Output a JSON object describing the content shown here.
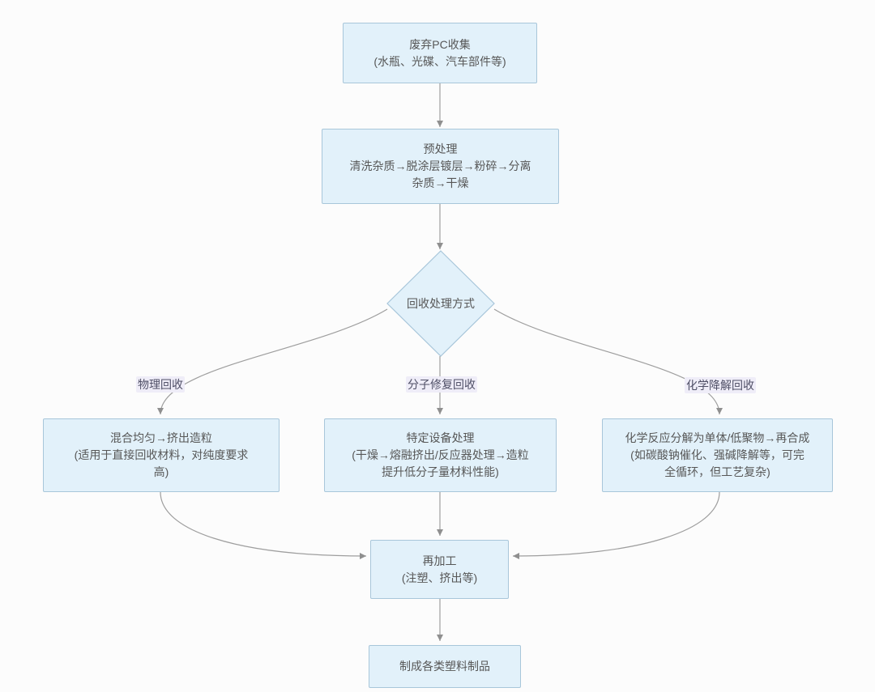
{
  "diagram": {
    "type": "flowchart",
    "background": "#fcfcfc",
    "colors": {
      "node_fill": "#e2f1fa",
      "node_border": "#a8c6da",
      "node_text": "#575757",
      "edge_line": "#9e9e9e",
      "edge_label_text": "#4f4f66",
      "edge_label_bg": "#efedf8"
    },
    "nodes": {
      "collect": {
        "shape": "rect",
        "lines": [
          "废弃PC收集",
          "(水瓶、光碟、汽车部件等)"
        ]
      },
      "pretreat": {
        "shape": "rect",
        "lines": [
          "预处理",
          "清洗杂质→脱涂层镀层→粉碎→分离",
          "杂质→干燥"
        ]
      },
      "decision": {
        "shape": "diamond",
        "lines": [
          "回收处理方式"
        ]
      },
      "physical": {
        "shape": "rect",
        "lines": [
          "混合均匀→挤出造粒",
          "(适用于直接回收材料，对纯度要求",
          "高)"
        ]
      },
      "molecular": {
        "shape": "rect",
        "lines": [
          "特定设备处理",
          "(干燥→熔融挤出/反应器处理→造粒",
          "提升低分子量材料性能)"
        ]
      },
      "chemical": {
        "shape": "rect",
        "lines": [
          "化学反应分解为单体/低聚物→再合成",
          "(如碳酸钠催化、强碱降解等，可完",
          "全循环，但工艺复杂)"
        ]
      },
      "reprocess": {
        "shape": "rect",
        "lines": [
          "再加工",
          "(注塑、挤出等)"
        ]
      },
      "product": {
        "shape": "rect",
        "lines": [
          "制成各类塑料制品"
        ]
      }
    },
    "edge_labels": {
      "physical": "物理回收",
      "molecular": "分子修复回收",
      "chemical": "化学降解回收"
    },
    "edges": [
      "collect→pretreat",
      "pretreat→decision",
      "decision→physical (物理回收)",
      "decision→molecular (分子修复回收)",
      "decision→chemical (化学降解回收)",
      "physical→reprocess",
      "molecular→reprocess",
      "chemical→reprocess",
      "reprocess→product"
    ]
  }
}
